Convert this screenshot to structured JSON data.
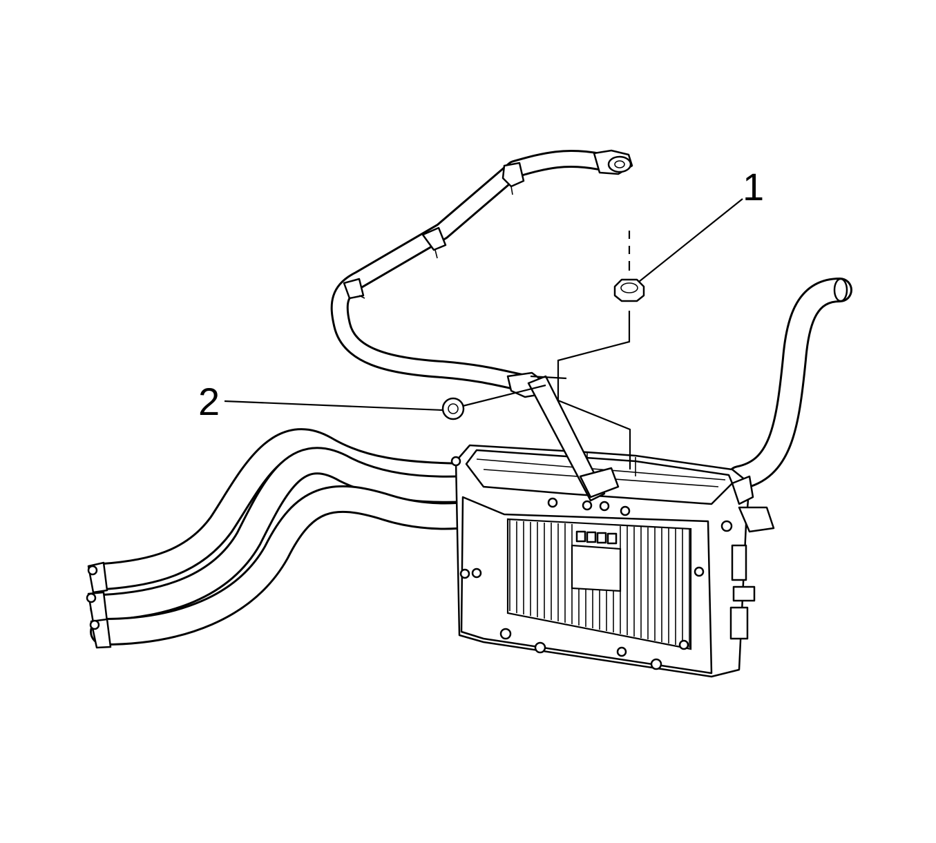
{
  "callouts": [
    {
      "id": 1,
      "text": "1"
    },
    {
      "id": 2,
      "text": "2"
    }
  ]
}
